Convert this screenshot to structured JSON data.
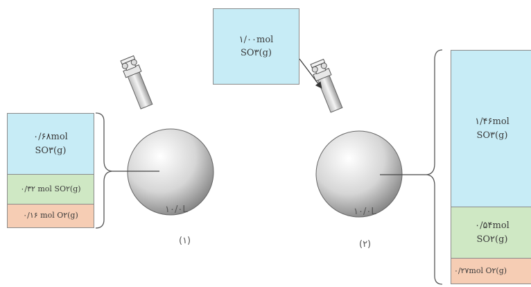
{
  "vessel1": {
    "so3_amount": "۰/۶۸mol",
    "so3_formula": "SO۳(g)",
    "so2_row": "۰/۳۲ mol SO۲(g)",
    "o2_row": "۰/۱۶ mol O۲(g)",
    "volume": "۱۰/۰L",
    "label": "(۱)"
  },
  "added": {
    "amount": "۱/۰۰mol",
    "formula": "SO۳(g)"
  },
  "vessel2": {
    "so3_amount": "۱/۴۶mol",
    "so3_formula": "SO۳(g)",
    "so2_amount": "۰/۵۴mol",
    "so2_formula": "SO۲(g)",
    "o2_row": "۰/۲۷mol O۲(g)",
    "volume": "۱۰/۰L",
    "label": "(۲)"
  },
  "colors": {
    "so3": "#c7ecf6",
    "so2": "#cfe8c4",
    "o2": "#f6cdb4"
  }
}
